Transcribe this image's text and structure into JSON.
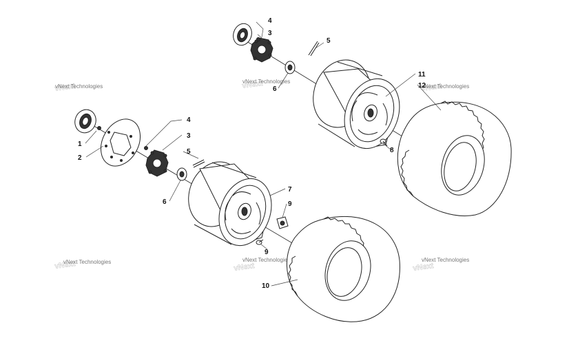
{
  "watermark": "vNext Technologies",
  "callouts": {
    "n1": "1",
    "n2": "2",
    "n3": "3",
    "n3b": "3",
    "n4": "4",
    "n4b": "4",
    "n5": "5",
    "n5b": "5",
    "n6": "6",
    "n6b": "6",
    "n7": "7",
    "n8": "8",
    "n9": "9",
    "n9b": "9",
    "n10": "10",
    "n11": "11",
    "n12": "12"
  }
}
